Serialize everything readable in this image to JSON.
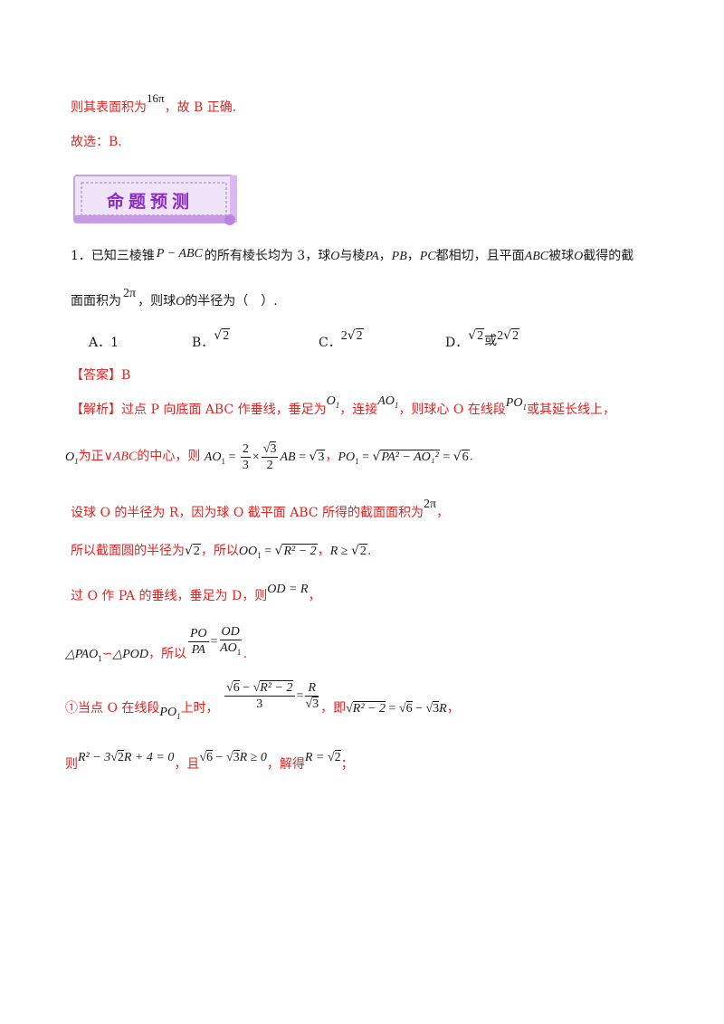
{
  "prev": {
    "line1_a": "则其表面积为",
    "line1_m": "16π",
    "line1_b": "，故 B 正确.",
    "line2": "故选：B."
  },
  "banner": {
    "title": "命题预测",
    "bg": "#e8d7f3",
    "border": "#b57edc",
    "text_color": "#8a2bc4"
  },
  "question": {
    "l1_a": "1．已知三棱锥",
    "l1_m": "P − ABC",
    "l1_b": "的所有棱长均为 3，球",
    "l1_O": "O",
    "l1_c": "与棱",
    "l1_PA": "PA",
    "l1_sep1": "，",
    "l1_PB": "PB",
    "l1_sep2": "，",
    "l1_PC": "PC",
    "l1_d": "都相切，且平面",
    "l1_ABC": "ABC",
    "l1_e": "被球",
    "l1_O2": "O",
    "l1_f": "截得的截",
    "l2_a": "面面积为",
    "l2_m": "2π",
    "l2_b": "，则球",
    "l2_O": "O",
    "l2_c": "的半径为（　）.",
    "options": {
      "A": "A．1",
      "B_label": "B．",
      "B_val": "2",
      "C_label": "C．",
      "C_coef": "2",
      "C_val": "2",
      "D_label": "D．",
      "D_val1": "2",
      "D_or": "或",
      "D_coef": "2",
      "D_val2": "2"
    }
  },
  "answer": {
    "label": "【答案】B"
  },
  "analysis": {
    "l1": "【解析】过点 P 向底面 ABC 作垂线，垂足为",
    "l1_O1": "O",
    "l1_b": "，连接",
    "l1_AO1": "AO",
    "l1_c": "，则球心 O 在线段",
    "l1_PO1": "PO",
    "l1_d": "或其延长线上，",
    "l2_O1": "O",
    "l2_a": "为正∨",
    "l2_ABC": "ABC",
    "l2_b": "的中心，则",
    "l2_expr_a": "AO",
    "l2_eq": "=",
    "l2_f1n": "2",
    "l2_f1d": "3",
    "l2_times": "×",
    "l2_f2n": "3",
    "l2_f2d": "2",
    "l2_AB": "AB",
    "l2_eq2": "=",
    "l2_s3": "3",
    "l2_sep": "，",
    "l2_PO1": "PO",
    "l2_eq3": "=",
    "l2_rad": "PA² − AO₁²",
    "l2_eq4": "=",
    "l2_s6": "6",
    "l2_end": ".",
    "l3_a": "设球 O 的半径为 R，因为球 O 截平面 ABC 所得的截面面积为",
    "l3_m": "2π",
    "l3_b": "，",
    "l4_a": "所以截面圆的半径为",
    "l4_s2": "2",
    "l4_b": "，所以",
    "l4_OO1": "OO",
    "l4_eq": "=",
    "l4_rad": "R² − 2",
    "l4_sep": "，",
    "l4_R": "R ≥",
    "l4_s2b": "2",
    "l4_end": ".",
    "l5_a": "过 O 作 PA 的垂线，垂足为 D，则",
    "l5_m": "OD = R",
    "l5_b": "，",
    "l6_a": "△PAO",
    "l6_sim": "∽",
    "l6_b": "△POD",
    "l6_c": "，所以",
    "l6_f1n": "PO",
    "l6_f1d": "PA",
    "l6_eq": "=",
    "l6_f2n": "OD",
    "l6_f2d": "AO",
    "l6_end": ".",
    "l7_a": "①当点 O 在线段",
    "l7_PO1": "PO",
    "l7_b": "上时，",
    "l7_fn_a": "6",
    "l7_fn_minus": " − ",
    "l7_fn_b": "R² − 2",
    "l7_fd": "3",
    "l7_eq": "=",
    "l7_f2n": "R",
    "l7_f2d": "3",
    "l7_c": "，即",
    "l7_rad": "R² − 2",
    "l7_eq2": "=",
    "l7_s6": "6",
    "l7_minus": " − ",
    "l7_s3": "3",
    "l7_R": "R",
    "l7_end": "，",
    "l8_a": "则",
    "l8_m1": "R² − 3",
    "l8_s2": "2",
    "l8_m2": "R + 4 = 0",
    "l8_b": "，且",
    "l8_s6": "6",
    "l8_minus": " − ",
    "l8_s3": "3",
    "l8_m3": "R ≥ 0",
    "l8_c": "，解得",
    "l8_m4": "R =",
    "l8_s2b": "2",
    "l8_end": "；"
  }
}
